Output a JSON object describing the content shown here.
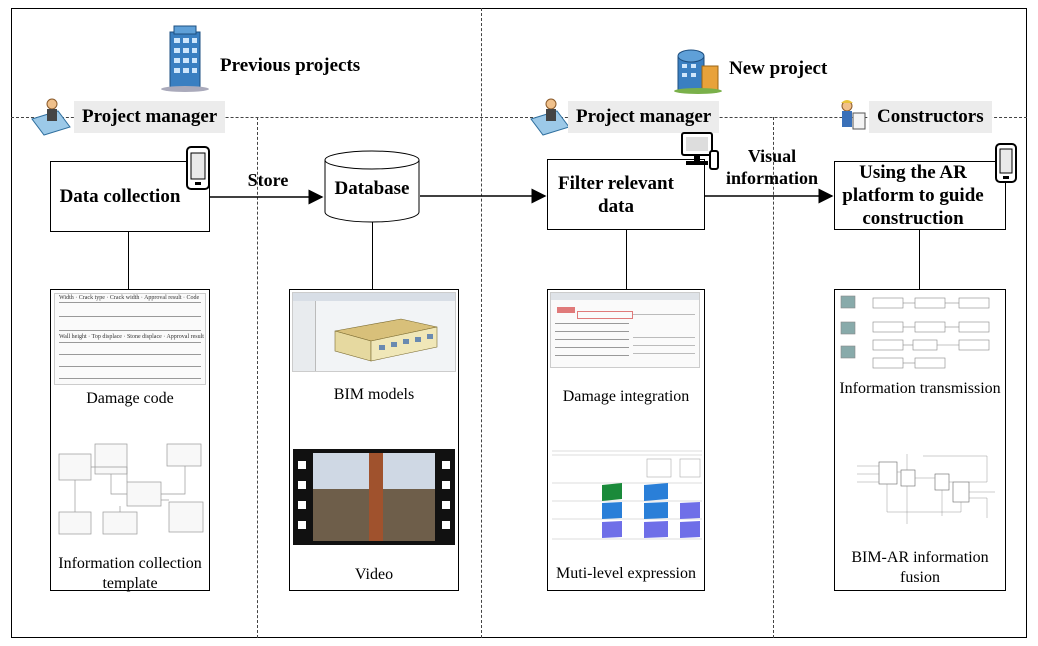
{
  "headings": {
    "previous_projects": "Previous projects",
    "new_project": "New project"
  },
  "roles": {
    "project_manager_left": "Project manager",
    "project_manager_right": "Project manager",
    "constructors": "Constructors"
  },
  "nodes": {
    "data_collection": "Data collection",
    "database": "Database",
    "filter_relevant_data": "Filter relevant data",
    "ar_platform": "Using the AR platform to guide construction"
  },
  "edges": {
    "store": "Store",
    "visual_information": "Visual information"
  },
  "panels": {
    "damage_code": "Damage code",
    "info_template": "Information collection template",
    "bim_models": "BIM models",
    "video": "Video",
    "damage_integration": "Damage integration",
    "multi_level": "Muti-level expression",
    "info_transmission": "Information transmission",
    "bim_ar_fusion": "BIM-AR information fusion"
  },
  "colors": {
    "role_bg": "#ececec",
    "building_blue": "#3a7fc1",
    "repair_green": "#1a8a3a",
    "expression_blue": "#2a7fd8",
    "expression_purple": "#6f6fe8"
  },
  "icons": [
    "building-icon",
    "building-icon",
    "manager-icon",
    "manager-icon",
    "constructor-icon",
    "tablet-icon",
    "tablet-icon",
    "computer-icon"
  ]
}
